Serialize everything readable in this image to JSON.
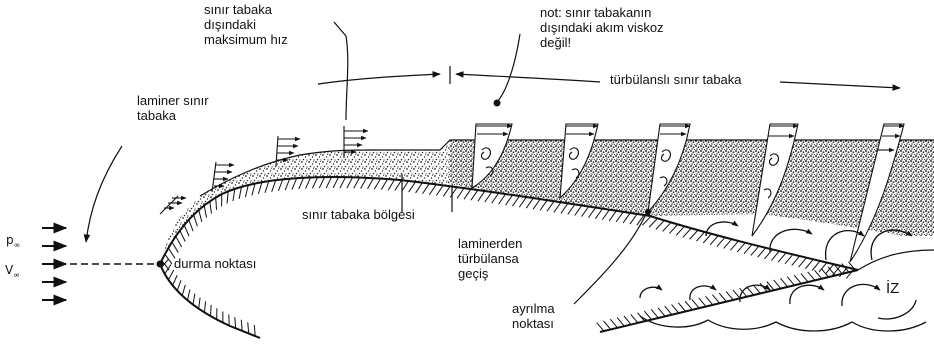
{
  "labels": {
    "freestream_pressure": "p",
    "freestream_pressure_sub": "∞",
    "freestream_velocity": "V",
    "freestream_velocity_sub": "∞",
    "max_speed": "sınır tabaka\ndışındaki\nmaksimum hız",
    "note": "not: sınır tabakanın\ndışındaki akım viskoz\ndeğil!",
    "turbulent_bl": "türbülanslı sınır tabaka",
    "laminar_bl": "laminer sınır\ntabaka",
    "stagnation": "durma noktası",
    "bl_region": "sınır tabaka bölgesi",
    "transition": "laminerden\ntürbülansa\ngeçiş",
    "separation": "ayrılma\nnoktası",
    "wake": "İZ"
  },
  "colors": {
    "ink": "#111111",
    "stipple": "#2a2a2a",
    "background": "#ffffff"
  }
}
